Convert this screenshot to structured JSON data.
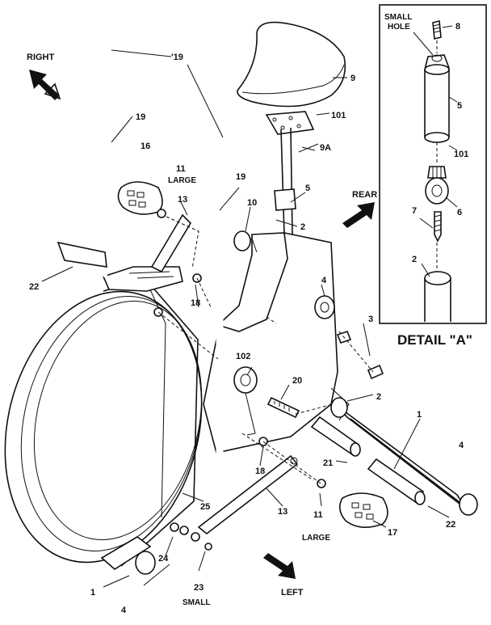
{
  "directions": {
    "right": "RIGHT",
    "rear": "REAR",
    "left": "LEFT"
  },
  "callouts": {
    "c1": "1",
    "c1b": "1",
    "c2": "2",
    "c2b": "2",
    "c3": "3",
    "c4": "4",
    "c4b": "4",
    "c4c": "4",
    "c5": "5",
    "c9": "9",
    "c9a": "9A",
    "c10": "10",
    "c101": "101",
    "c102": "102",
    "c11": "11",
    "c11b": "11",
    "c13": "13",
    "c13b": "13",
    "c16": "16",
    "c17": "17",
    "c18": "18",
    "c18b": "18",
    "c19a": "'19",
    "c19b": "19",
    "c19c": "19",
    "c20": "20",
    "c21": "21",
    "c22": "22",
    "c22b": "22",
    "c23": "23",
    "c24": "24",
    "c25": "25"
  },
  "labels": {
    "large": "LARGE",
    "large_b": "LARGE",
    "small": "SMALL"
  },
  "detail": {
    "title": "DETAIL \"A\"",
    "small_hole_1": "SMALL",
    "small_hole_2": "HOLE",
    "d8": "8",
    "d5": "5",
    "d101": "101",
    "d6": "6",
    "d7": "7",
    "d2": "2"
  }
}
